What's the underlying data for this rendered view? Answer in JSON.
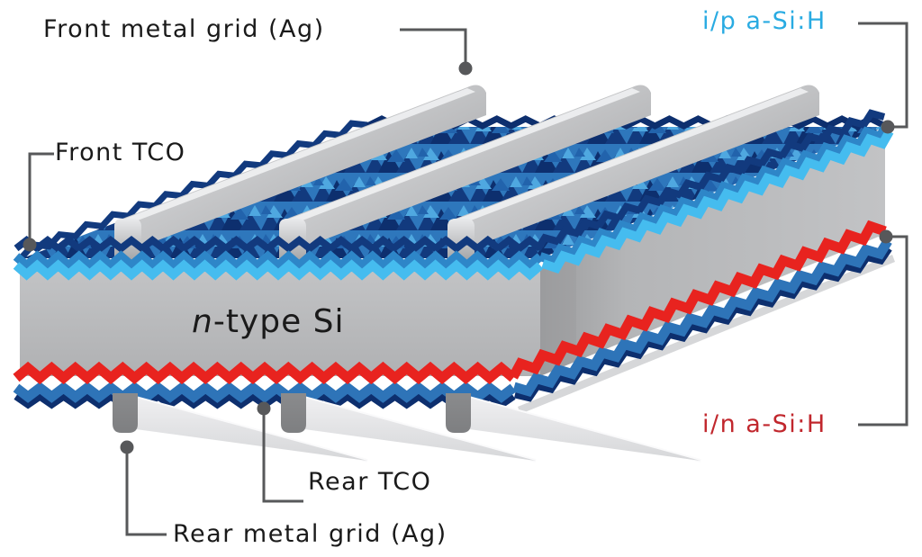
{
  "diagram": {
    "type": "solar-cell-heterojunction-3d-structure",
    "labels": {
      "front_metal_grid": {
        "text": "Front metal grid (Ag)",
        "color": "#1a1a1a"
      },
      "ip_asih": {
        "text": "i/p a-Si:H",
        "color": "#29ABE2"
      },
      "front_tco": {
        "text": "Front TCO",
        "color": "#1a1a1a"
      },
      "n_type_si": {
        "prefix": "n",
        "suffix": "-type Si",
        "color": "#111111"
      },
      "in_asih": {
        "text": "i/n a-Si:H",
        "color": "#C1272D"
      },
      "rear_tco": {
        "text": "Rear TCO",
        "color": "#1a1a1a"
      },
      "rear_metal_grid": {
        "text": "Rear metal grid (Ag)",
        "color": "#1a1a1a"
      }
    },
    "colors": {
      "background": "#FFFFFF",
      "leader": "#57585A",
      "silicon_face": "#C2C3C5",
      "silicon_face_low": "#B0B1B3",
      "silicon_right": "#B4B5B7",
      "silicon_right_shadow": "#9B9C9E",
      "tco_dark": "#2E86C8",
      "tco_light": "#45BCEF",
      "rear_tco_blue": "#2E74B8",
      "asih_red": "#E8231F",
      "texture_base": "#2E77BC",
      "texture_dark": "#123A7E",
      "texture_darker": "#0D2F6E",
      "texture_mid": "#2263AC",
      "texture_light": "#4FA8E0",
      "bar_light": "#E9EAEC",
      "bar_mid": "#B9BABC",
      "bar_dark": "#A0A1A3",
      "rear_bar": "#8A8B8D",
      "wedge": "#D6D7D9"
    }
  }
}
